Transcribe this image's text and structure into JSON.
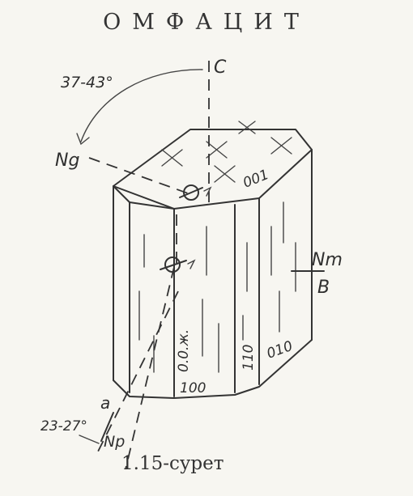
{
  "title": "ОМФАЦИТ",
  "caption": "1.15-сурет",
  "axis_labels": {
    "c": "C",
    "ng": "Ng",
    "nm": "Nm",
    "b": "B",
    "a": "a",
    "np": "Np"
  },
  "angles": {
    "top": "37-43°",
    "bottom": "23-27°"
  },
  "faces": {
    "f001": "001",
    "f100": "100",
    "f110": "110",
    "f010": "010",
    "optic_plane": "0.0.ж."
  }
}
